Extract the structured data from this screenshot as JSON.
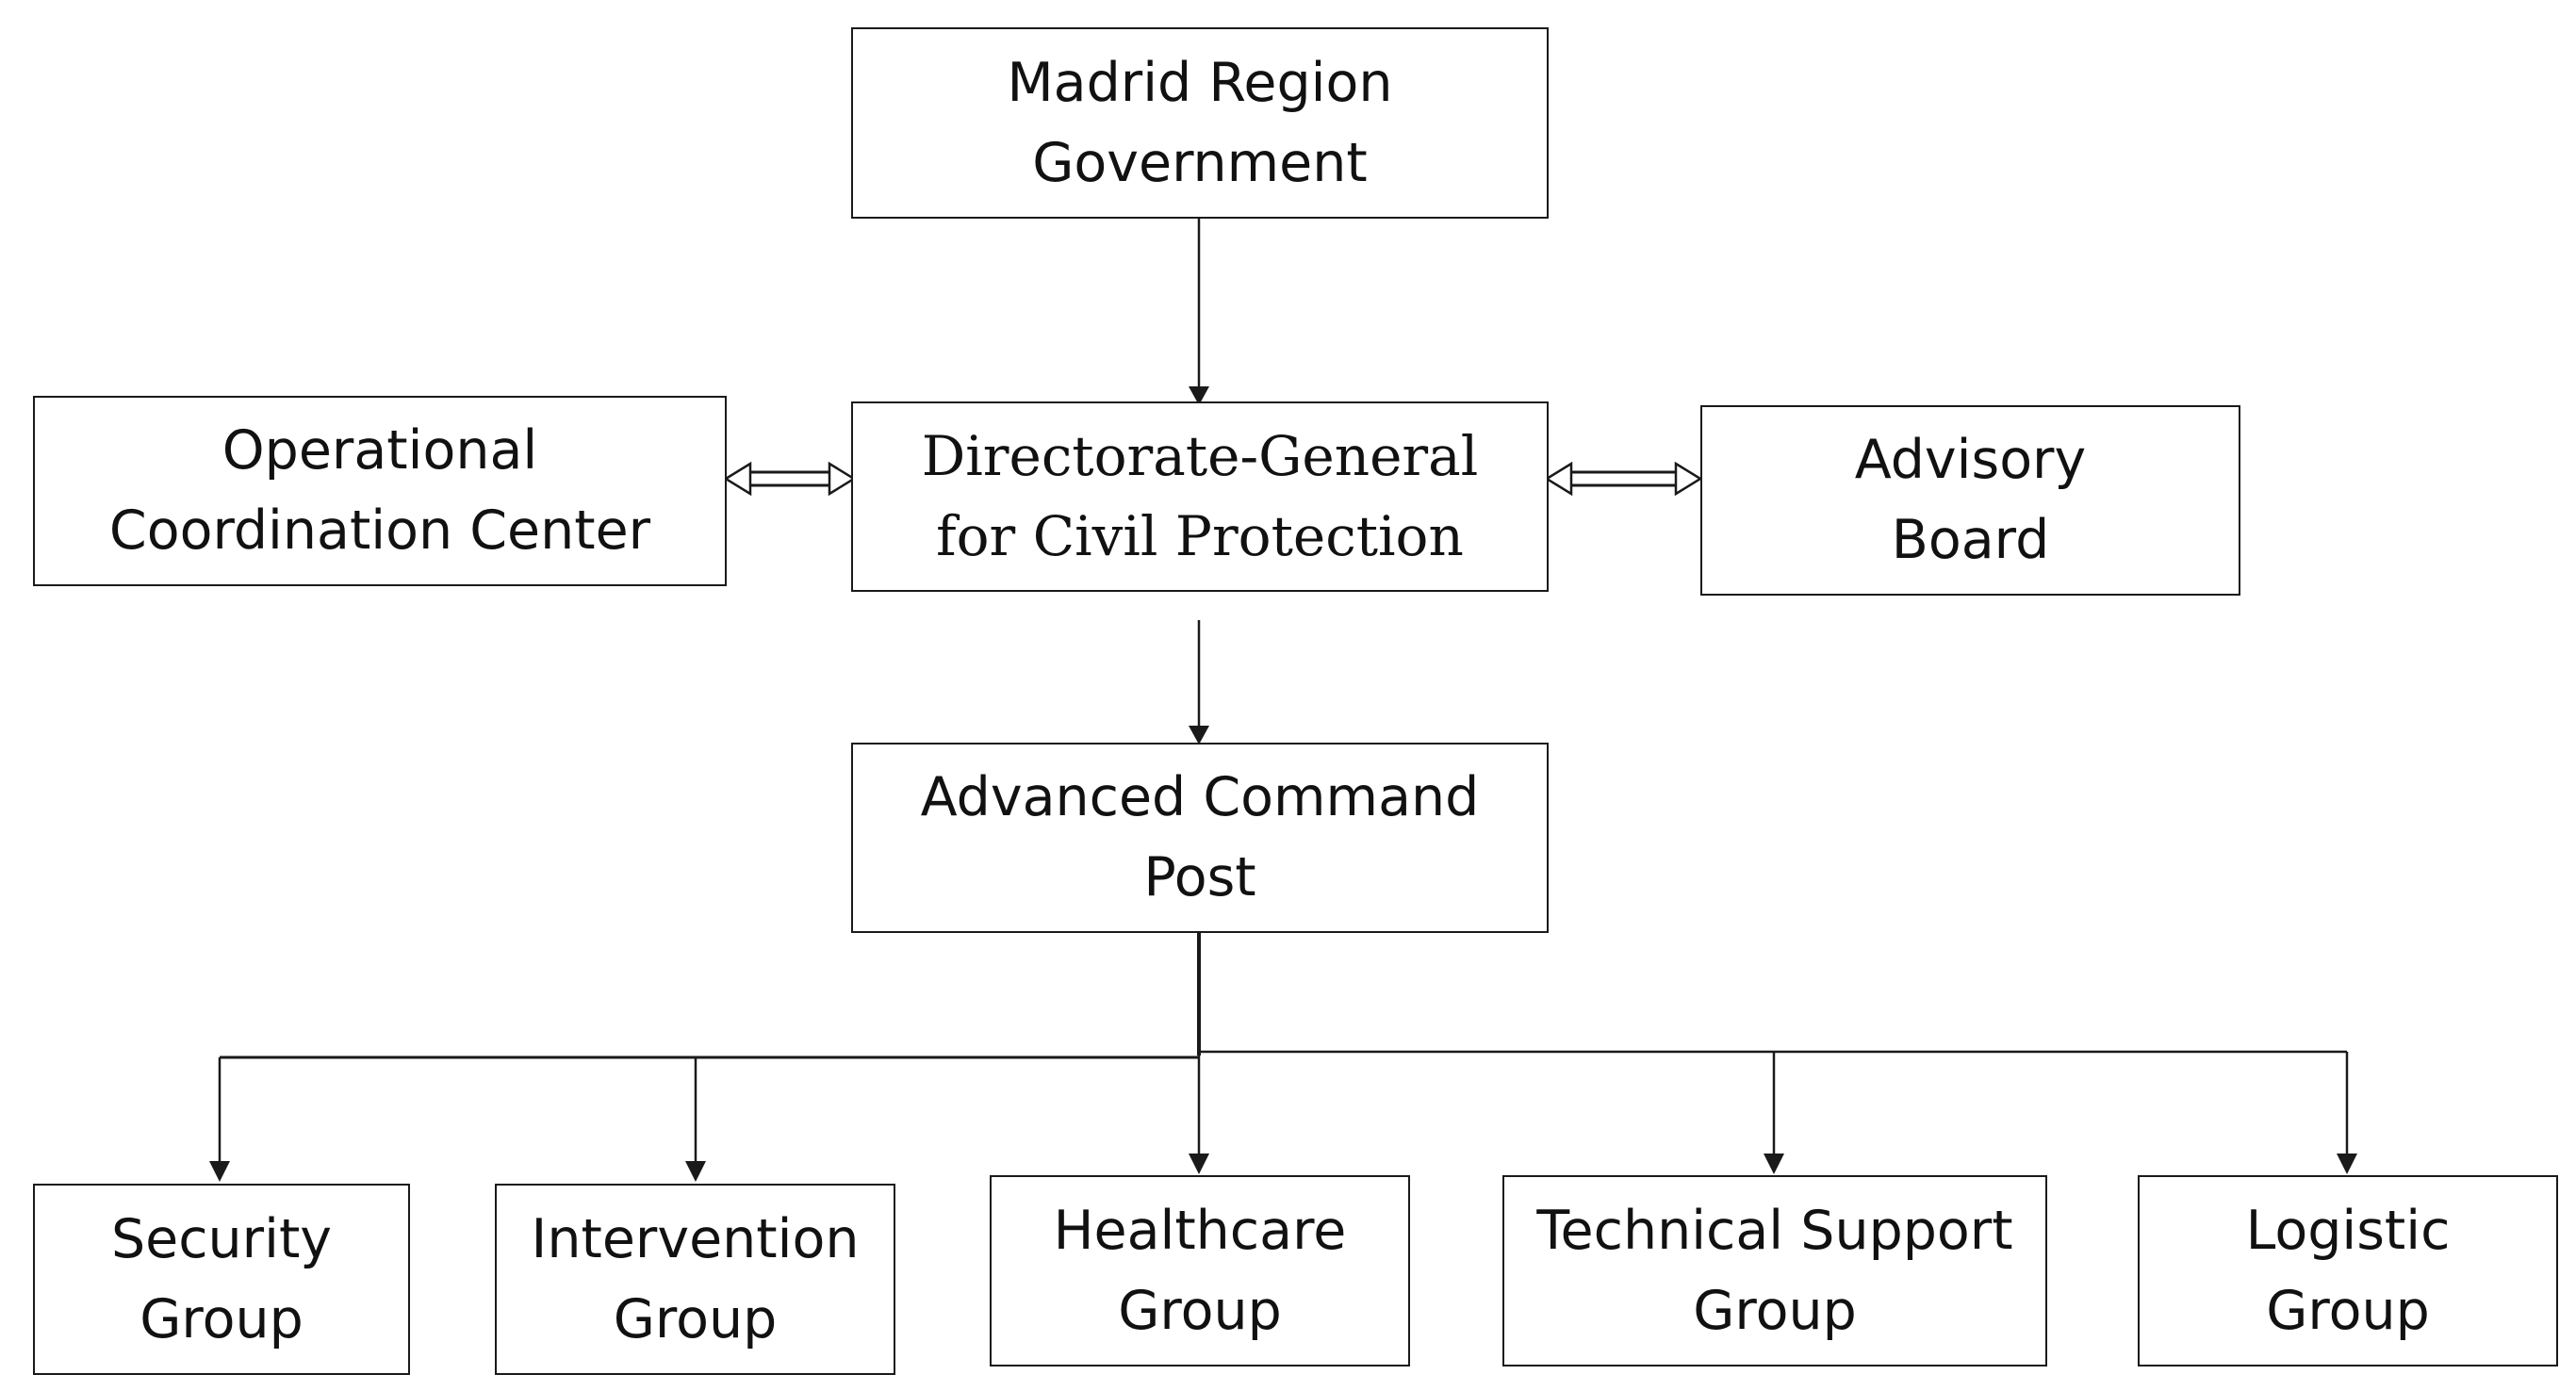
{
  "diagram": {
    "top": {
      "line1": "Madrid Region",
      "line2": "Government"
    },
    "center": {
      "line1": "Directorate-General",
      "line2": "for Civil Protection"
    },
    "left": {
      "line1": "Operational",
      "line2": "Coordination Center"
    },
    "right": {
      "line1": "Advisory",
      "line2": "Board"
    },
    "command": {
      "line1": "Advanced Command",
      "line2": "Post"
    },
    "groups": [
      {
        "line1": "Security",
        "line2": "Group"
      },
      {
        "line1": "Intervention",
        "line2": "Group"
      },
      {
        "line1": "Healthcare",
        "line2": "Group"
      },
      {
        "line1": "Technical Support",
        "line2": "Group"
      },
      {
        "line1": "Logistic",
        "line2": "Group"
      }
    ]
  }
}
